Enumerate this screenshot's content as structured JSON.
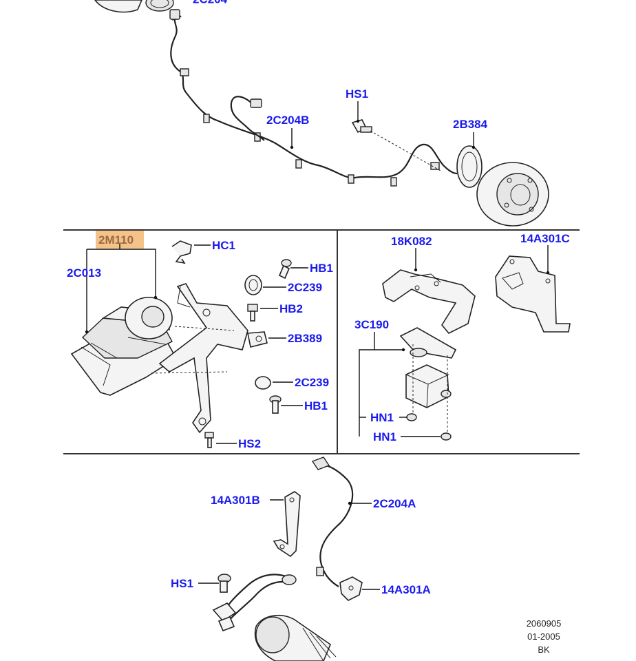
{
  "colors": {
    "callout_text": "#1a1aee",
    "highlight_bg": "#f5c389",
    "highlight_text": "#9a6a44",
    "line": "#222222"
  },
  "callouts": {
    "top_partial": "2C204",
    "hs1_top": "HS1",
    "c2204b": "2C204B",
    "b2384": "2B384",
    "m2110": "2M110",
    "hc1": "HC1",
    "c2013": "2C013",
    "hb1_a": "HB1",
    "c2239_a": "2C239",
    "hb2": "HB2",
    "b2389": "2B389",
    "c2239_b": "2C239",
    "hb1_b": "HB1",
    "hs2": "HS2",
    "k18082": "18K082",
    "a14301c": "14A301C",
    "c3190": "3C190",
    "hn1_a": "HN1",
    "hn1_b": "HN1",
    "a14301b": "14A301B",
    "c2204a": "2C204A",
    "hs1_bottom": "HS1",
    "a14301a": "14A301A"
  },
  "stamp": {
    "code": "2060905",
    "date": "01-2005",
    "suffix": "BK"
  }
}
